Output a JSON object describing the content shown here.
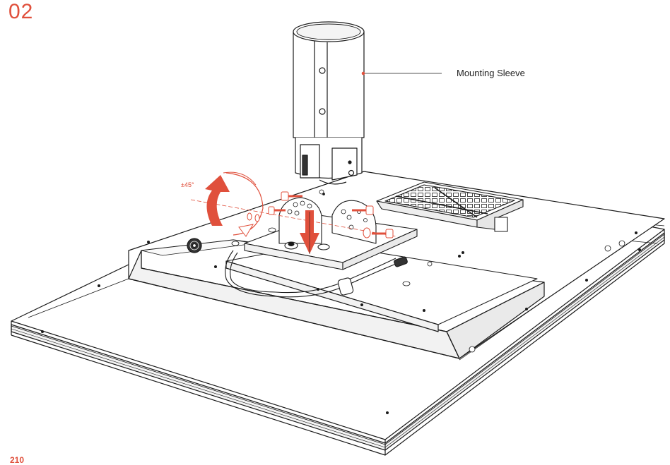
{
  "step": {
    "number": "02"
  },
  "callout": {
    "label": "Mounting Sleeve"
  },
  "rotation": {
    "label": "±45°"
  },
  "footer": {
    "page_number": "210"
  },
  "colors": {
    "accent": "#e0503c",
    "line": "#1a1a1a",
    "fill": "#ffffff",
    "shade": "#f2f2f2"
  }
}
